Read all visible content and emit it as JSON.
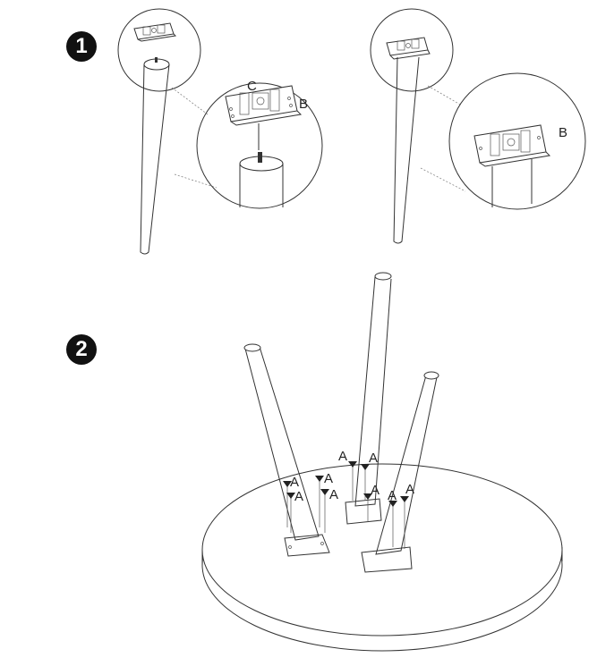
{
  "steps": [
    {
      "number": "1"
    },
    {
      "number": "2"
    }
  ],
  "callouts": {
    "step1_left_c": "C",
    "step1_left_b": "B",
    "step1_right_b": "B"
  },
  "screw_label": "A"
}
